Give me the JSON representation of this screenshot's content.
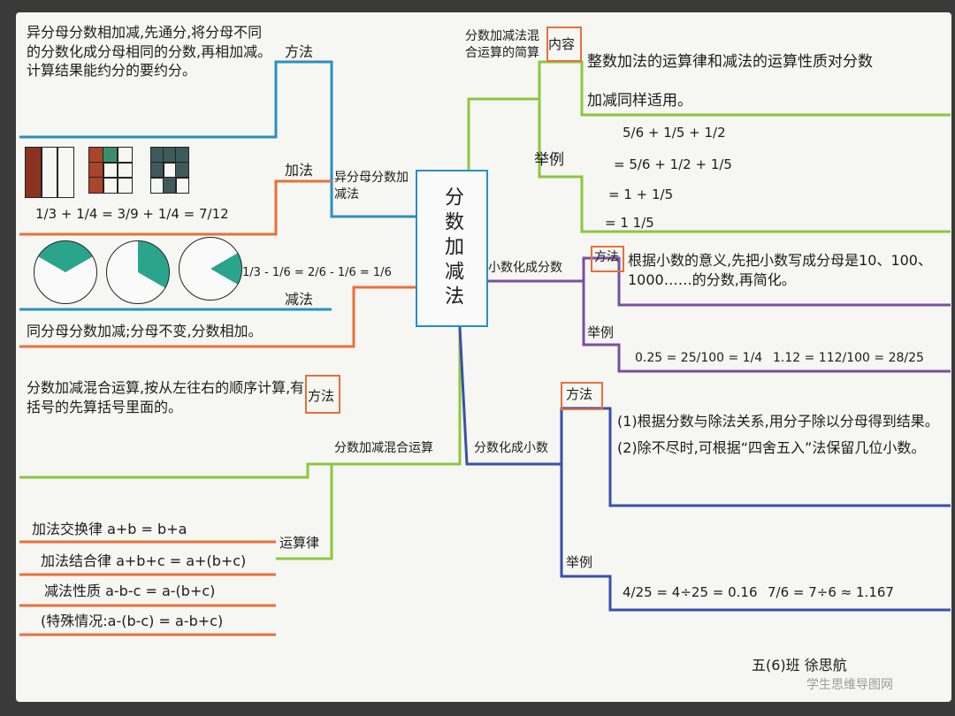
{
  "center": {
    "title": "分数加减法"
  },
  "colors": {
    "blue": "#2a8fc2",
    "orange": "#e8703a",
    "green": "#8cc63f",
    "purple": "#7a4fa0",
    "navy": "#3a4fa8",
    "teal": "#2aa58c"
  },
  "left": {
    "branch1": {
      "label": "异分母分数加减法",
      "method_label": "方法",
      "method_text": "异分母分数相加减,先通分,将分母不同的分数化成分母相同的分数,再相加减。计算结果能约分的要约分。",
      "add_label": "加法",
      "add_formula": "1/3 + 1/4 = 3/9 + 1/4 = 7/12",
      "sub_formula": "1/3 - 1/6 = 2/6 - 1/6 = 1/6",
      "sub_label": "减法",
      "same_denominator": "同分母分数加减;分母不变,分数相加。"
    },
    "branch2": {
      "label": "分数加减混合运算",
      "method_label": "方法",
      "method_text": "分数加减混合运算,按从左往右的顺序计算,有括号的先算括号里面的。",
      "law_label": "运算律",
      "laws": [
        "加法交换律 a+b = b+a",
        "加法结合律 a+b+c = a+(b+c)",
        "减法性质 a-b-c = a-(b+c)",
        "(特殊情况:a-(b-c) = a-b+c)"
      ]
    }
  },
  "right": {
    "branch1": {
      "label": "分数加减法混合运算的简算",
      "content_label": "内容",
      "content_text": "整数加法的运算律和减法的运算性质对分数加减同样适用。",
      "example_label": "举例",
      "example_lines": [
        "5/6 + 1/5 + 1/2",
        "= 5/6 + 1/2 + 1/5",
        "= 1 + 1/5",
        "= 1 1/5"
      ]
    },
    "branch2": {
      "label": "小数化成分数",
      "method_label": "方法",
      "method_text": "根据小数的意义,先把小数写成分母是10、100、1000……的分数,再简化。",
      "example_label": "举例",
      "example_a": "0.25 = 25/100 = 1/4",
      "example_b": "1.12 = 112/100 = 28/25"
    },
    "branch3": {
      "label": "分数化成小数",
      "method_label": "方法",
      "method_text": "(1)根据分数与除法关系,用分子除以分母得到结果。(2)除不尽时,可根据“四舍五入”法保留几位小数。",
      "example_label": "举例",
      "example_a": "4/25 = 4÷25 = 0.16",
      "example_b": "7/6 = 7÷6 ≈ 1.167"
    }
  },
  "footer": {
    "signature": "五(6)班     徐思航",
    "watermark": "学生思维导图网"
  }
}
